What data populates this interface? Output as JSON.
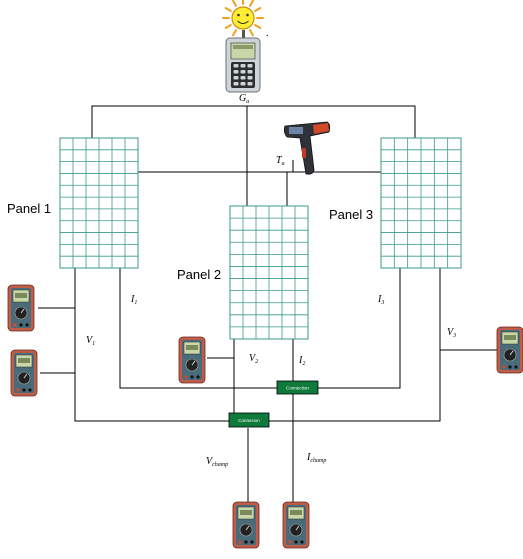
{
  "irradiance_symbol": {
    "main": "G",
    "sub": "a"
  },
  "temperature_symbol": {
    "main": "T",
    "sub": "a"
  },
  "panels": [
    {
      "label": "Panel 1"
    },
    {
      "label": "Panel 2"
    },
    {
      "label": "Panel 3"
    }
  ],
  "measurements": {
    "i1": {
      "main": "I",
      "sub": "1"
    },
    "v1": {
      "main": "V",
      "sub": "1"
    },
    "v2": {
      "main": "V",
      "sub": "2"
    },
    "i2": {
      "main": "I",
      "sub": "2"
    },
    "i3": {
      "main": "I",
      "sub": "3"
    },
    "v3": {
      "main": "V",
      "sub": "3"
    },
    "vchamp": {
      "main": "V",
      "sub": "champ"
    },
    "ichamp": {
      "main": "I",
      "sub": "champ"
    }
  },
  "connectors": {
    "series": {
      "label": "Connection"
    },
    "parallel": {
      "label": "Connexion"
    }
  },
  "annotation_dot": ".",
  "colors": {
    "wire": "#000000",
    "panel_grid": "#3a9a8a",
    "connector": "#0f7a3c",
    "sun_fill": "#ffee33",
    "sun_ray": "#f0a020",
    "meter_body": "#c05c4a",
    "meter_face": "#4a6b7a",
    "meter_screen": "#c9d6a8"
  },
  "icons": [
    "sun-icon",
    "pyranometer-icon",
    "infrared-thermometer-icon",
    "multimeter-icon"
  ]
}
